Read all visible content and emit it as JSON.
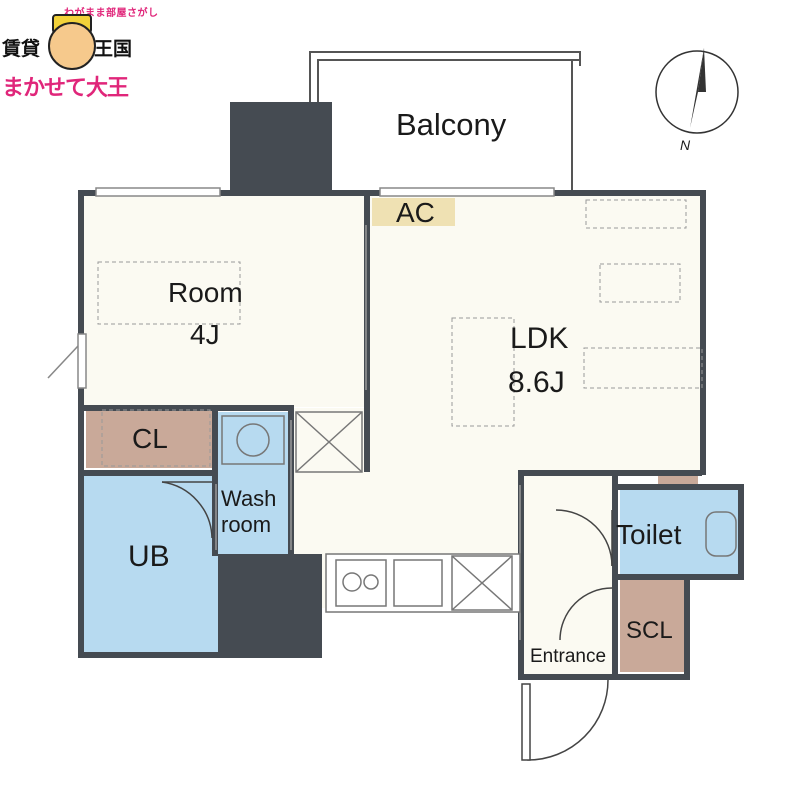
{
  "brand": {
    "tagline": "わがまま部屋さがし",
    "name_left": "賃貸",
    "name_right": "王国",
    "slogan": "まかせて大王"
  },
  "compass": {
    "north_label": "N"
  },
  "rooms": {
    "balcony": "Balcony",
    "ac": "AC",
    "room_name": "Room",
    "room_size": "4J",
    "ldk_name": "LDK",
    "ldk_size": "8.6J",
    "cl": "CL",
    "wash_line1": "Wash",
    "wash_line2": "room",
    "ub": "UB",
    "toilet": "Toilet",
    "scl": "SCL",
    "entrance": "Entrance"
  },
  "colors": {
    "wall": "#454b52",
    "floor": "#fbfaf2",
    "bath": "#b7daf0",
    "closet": "#c9a999",
    "ac_tag": "#efe1b3",
    "pink": "#e0267a"
  }
}
